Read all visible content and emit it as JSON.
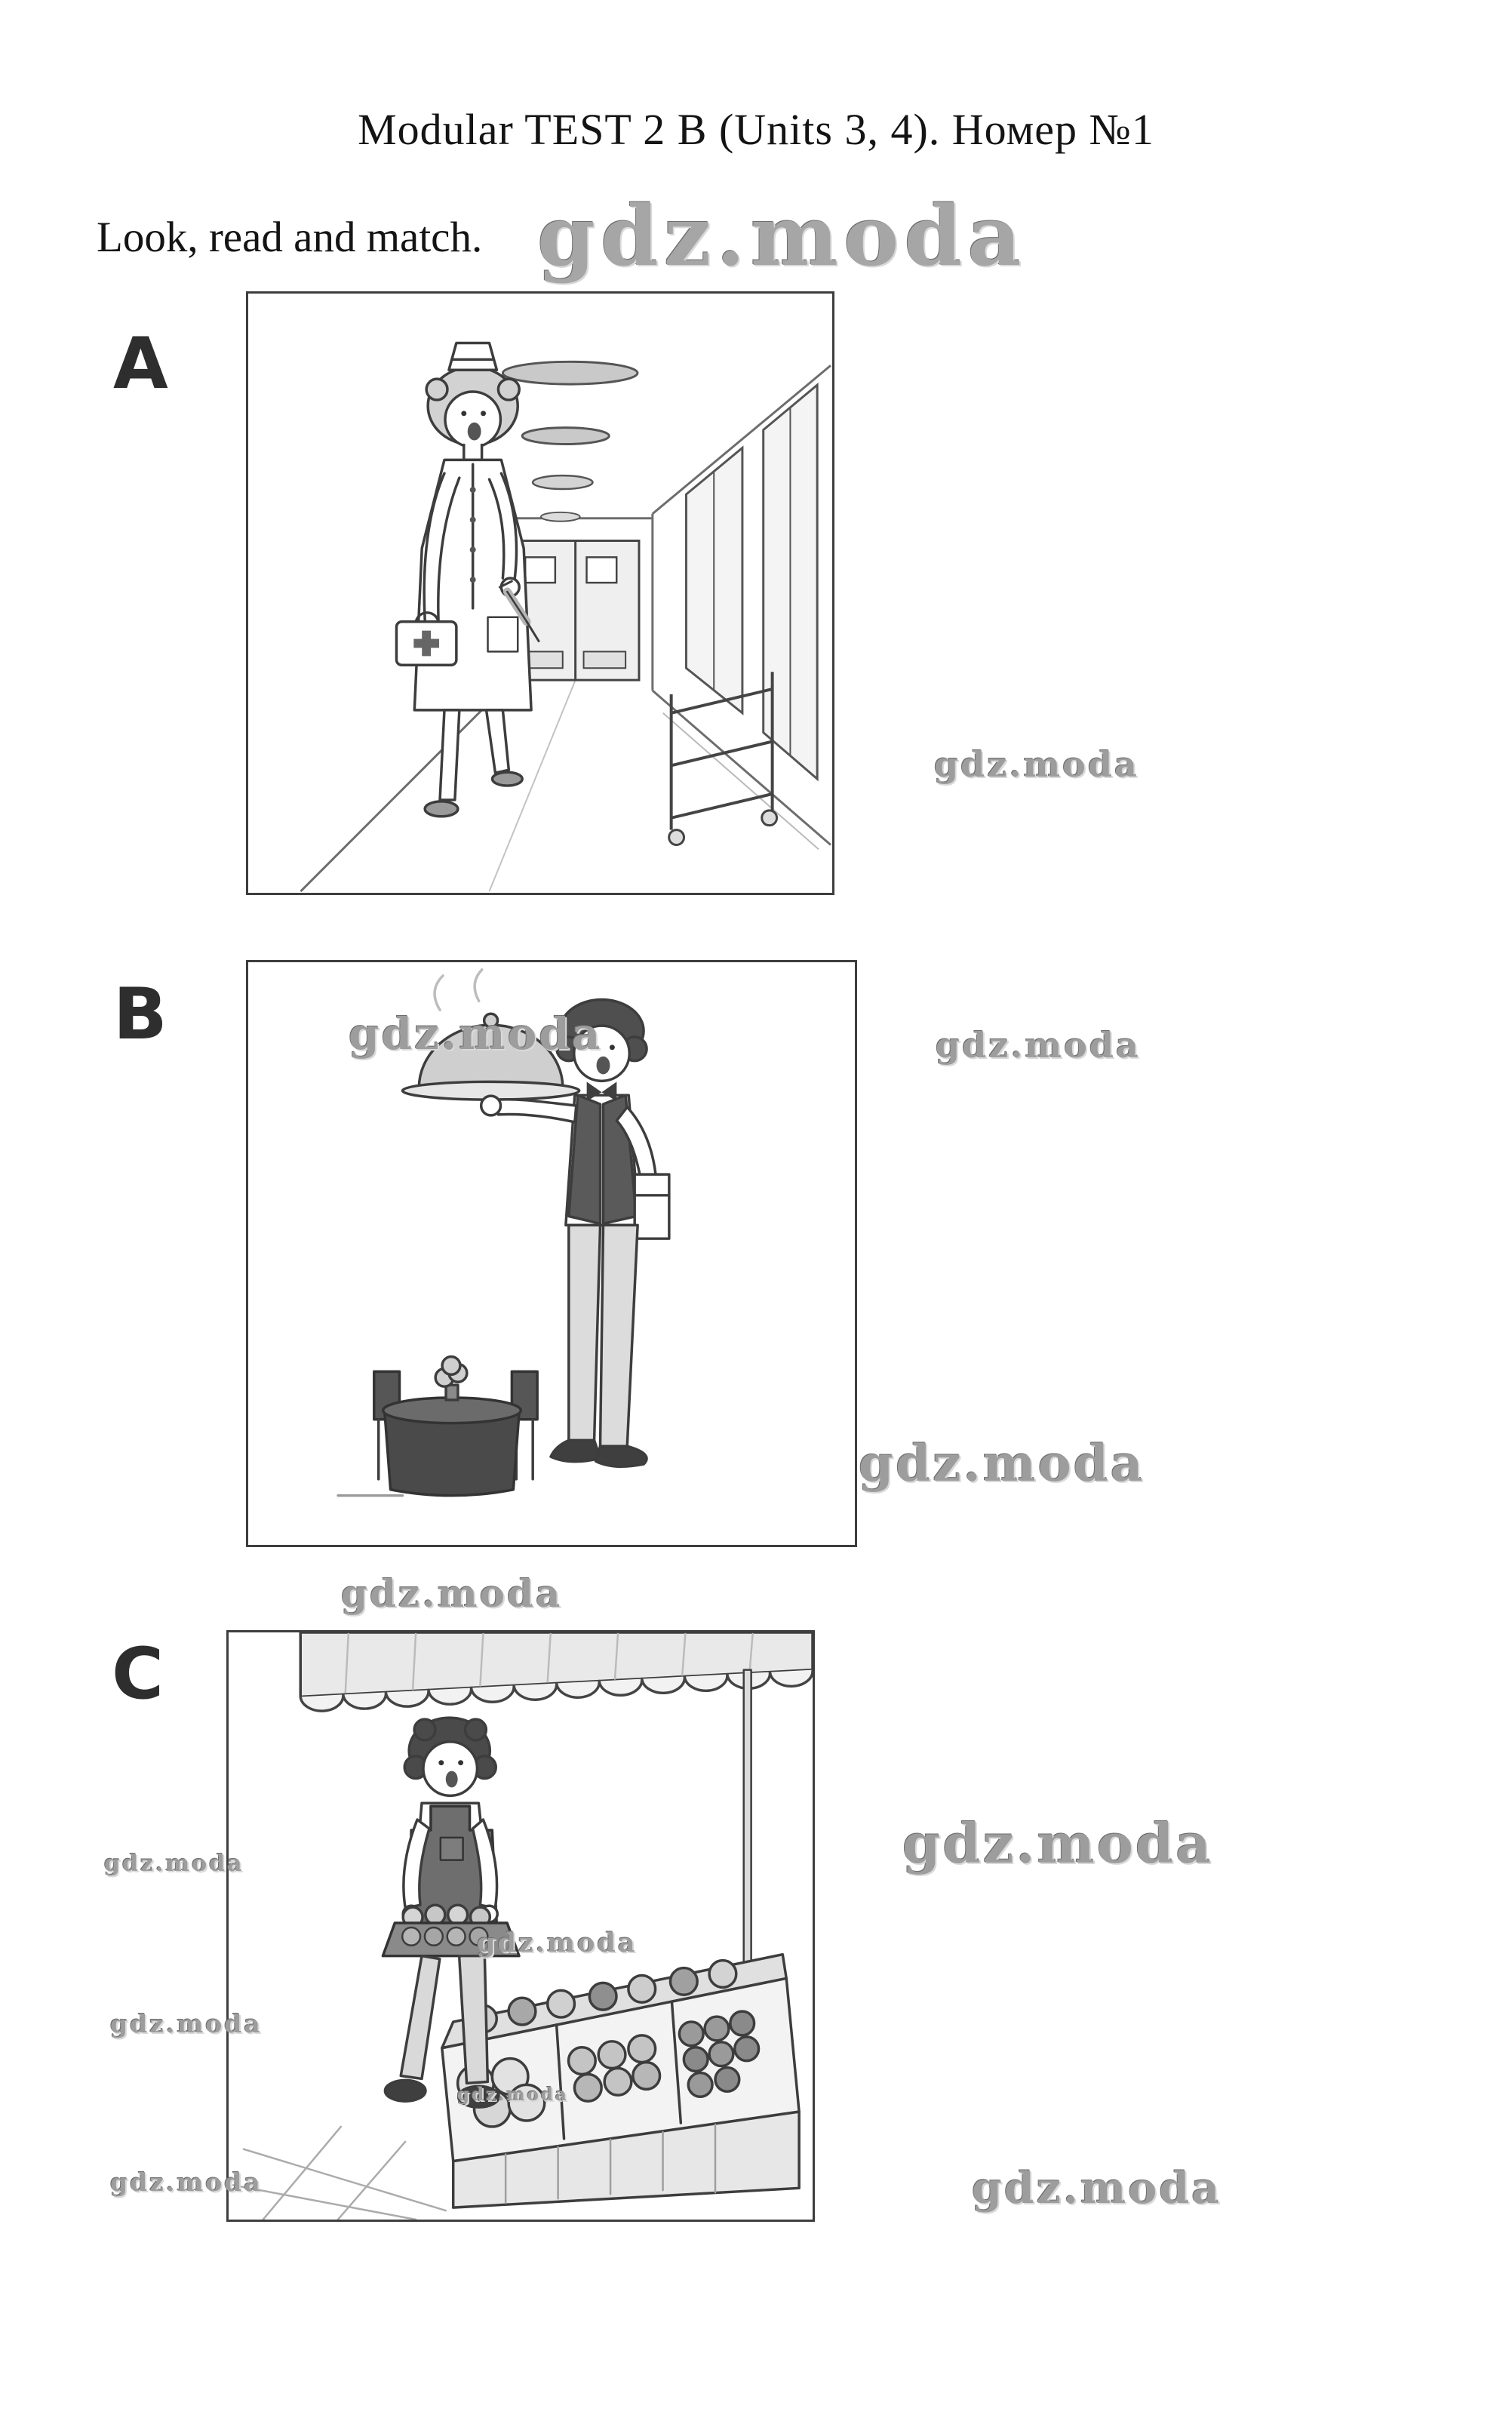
{
  "page": {
    "title": "Modular TEST 2 B (Units 3, 4). Номер №1",
    "instruction": "Look, read and match."
  },
  "watermark": {
    "text": "gdz.moda"
  },
  "panels": [
    {
      "letter": "A",
      "scene": "nurse-in-hospital-corridor"
    },
    {
      "letter": "B",
      "scene": "waiter-holding-covered-dish"
    },
    {
      "letter": "C",
      "scene": "greengrocer-at-fruit-stall"
    }
  ]
}
